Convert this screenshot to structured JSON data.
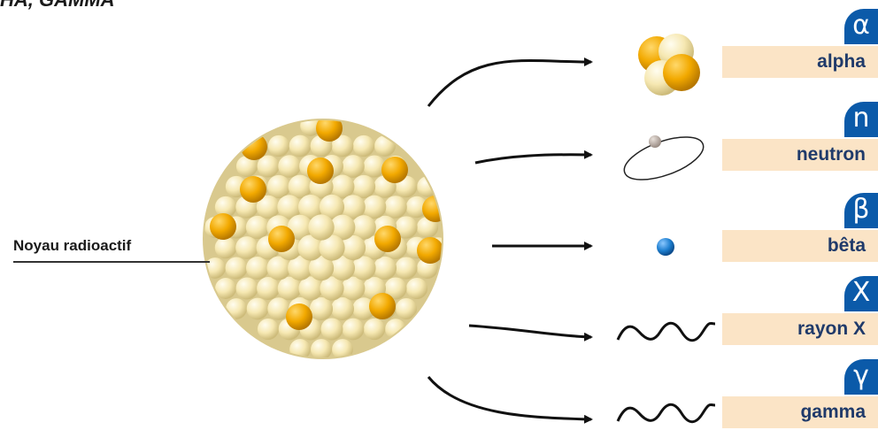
{
  "title": "HA, GAMMA",
  "nucleus_label": "Noyau radioactif",
  "emissions": [
    {
      "id": "alpha",
      "symbol": "α",
      "label": "alpha",
      "icon": "alpha-particle-icon"
    },
    {
      "id": "neutron",
      "symbol": "n",
      "label": "neutron",
      "icon": "neutron-orbit-icon"
    },
    {
      "id": "beta",
      "symbol": "β",
      "label": "bêta",
      "icon": "electron-sphere-icon"
    },
    {
      "id": "xray",
      "symbol": "X",
      "label": "rayon X",
      "icon": "wave-icon"
    },
    {
      "id": "gamma",
      "symbol": "γ",
      "label": "gamma",
      "icon": "wave-icon"
    }
  ],
  "colors": {
    "badge": "#0b5aa9",
    "label_bg": "#fbe4c6",
    "label_text": "#1f3a6a",
    "proton": "#f2a900",
    "neutron_ball": "#f6e8b2",
    "electron": "#1e7fd0"
  }
}
